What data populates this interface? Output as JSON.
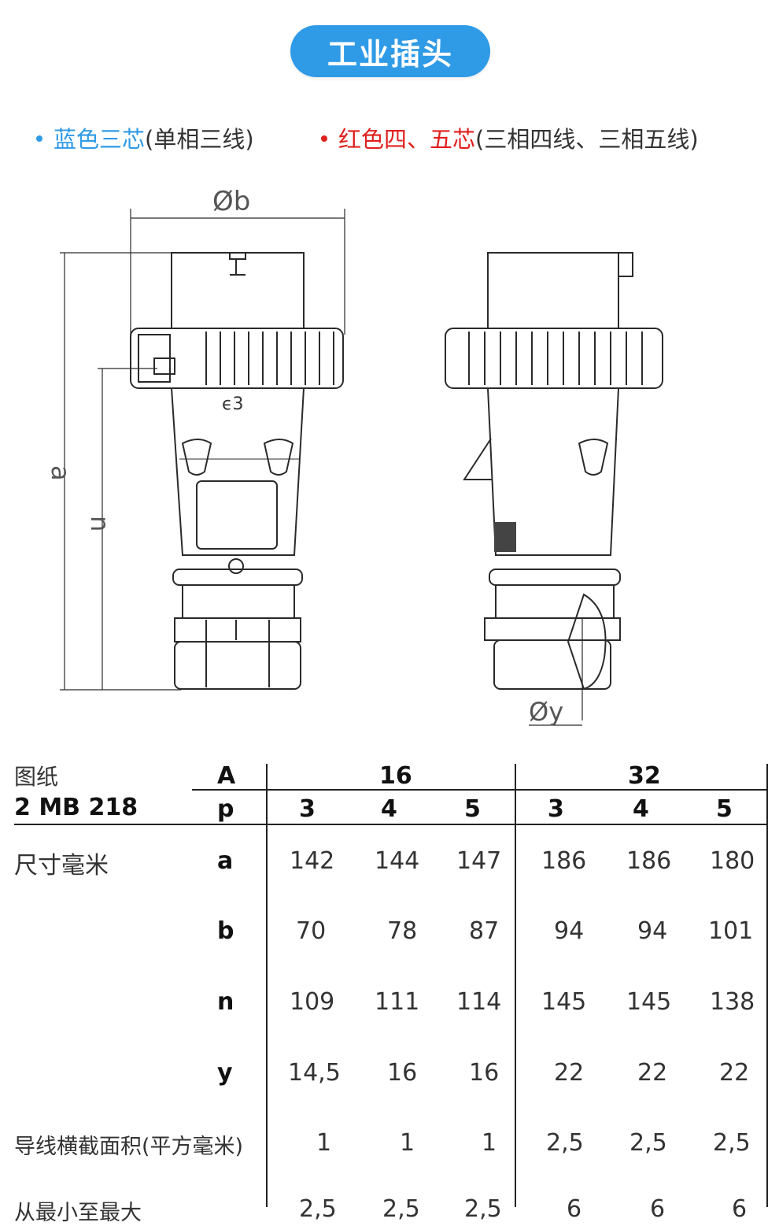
{
  "title": "工业插头",
  "legend": {
    "blue_highlight": "蓝色三芯",
    "blue_rest": "(单相三线)",
    "red_highlight": "红色四、五芯",
    "red_rest": "(三相四线、三相五线)"
  },
  "drawing": {
    "label_b": "Øb",
    "label_a": "a",
    "label_n": "n",
    "label_y": "Øy",
    "mark": "ϵ3"
  },
  "table": {
    "drawing_label": "图纸",
    "drawing_number": "2 MB 218",
    "col_A": "A",
    "col_p": "p",
    "amp_16": "16",
    "amp_32": "32",
    "poles": [
      "3",
      "4",
      "5",
      "3",
      "4",
      "5"
    ],
    "dims_label": "尺寸毫米",
    "rows": [
      {
        "key": "a",
        "values": [
          "142",
          "144",
          "147",
          "186",
          "186",
          "180"
        ]
      },
      {
        "key": "b",
        "values": [
          "70",
          "78",
          "87",
          "94",
          "94",
          "101"
        ]
      },
      {
        "key": "n",
        "values": [
          "109",
          "111",
          "114",
          "145",
          "145",
          "138"
        ]
      },
      {
        "key": "y",
        "values": [
          "14,5",
          "16",
          "16",
          "22",
          "22",
          "22"
        ]
      }
    ],
    "cross_section_label": "导线横截面积(平方毫米)",
    "cross_section_values": [
      "1",
      "1",
      "1",
      "2,5",
      "2,5",
      "2,5"
    ],
    "last_row_label": "从最小至最大",
    "last_row_values": [
      "2,5",
      "2,5",
      "2,5",
      "6",
      "6",
      "6"
    ]
  },
  "colors": {
    "accent_blue": "#2f9ae6",
    "accent_red": "#e0201e"
  }
}
